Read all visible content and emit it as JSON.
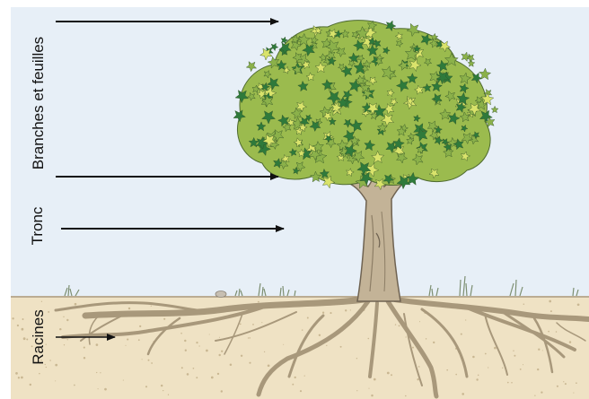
{
  "labels": {
    "branches": "Branches et feuilles",
    "trunk": "Tronc",
    "roots": "Racines"
  },
  "colors": {
    "sky": "#e7eff7",
    "soil": "#efe2c4",
    "trunk": "#c3b397",
    "roots": "#b9a98d",
    "leaf_dark": "#2f7a3b",
    "leaf_mid": "#8bb14a",
    "leaf_light": "#d9e36b",
    "arrow": "#111111"
  }
}
